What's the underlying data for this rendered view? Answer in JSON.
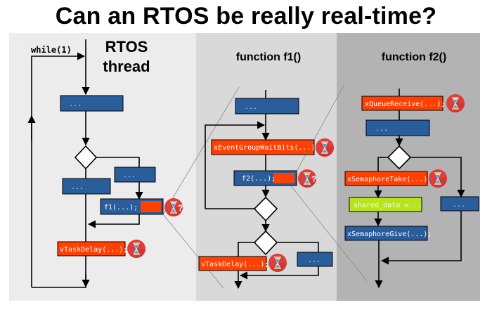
{
  "title": "Can an RTOS be really real-time?",
  "colors": {
    "panel_thread": "#ececec",
    "panel_f1": "#d9d9d9",
    "panel_f2": "#b3b3b3",
    "block_blue": "#2a5d9b",
    "block_orange": "#ff4000",
    "block_green": "#b5e61d",
    "badge_red": "#e03c3c"
  },
  "panels": {
    "thread": {
      "heading_line1": "RTOS",
      "heading_line2": "thread",
      "loop_label": "while(1)",
      "block_top": "...",
      "block_left": "...",
      "block_right": "...",
      "call_f1": "f1(...);",
      "task_delay": "vTaskDelay(...);"
    },
    "f1": {
      "heading": "function f1()",
      "block_top": "...",
      "event_wait": "xEventGroupWaitBits(...);",
      "call_f2": "f2(...);",
      "task_delay": "vTaskDelay(...);",
      "block_right": "..."
    },
    "f2": {
      "heading": "function f2()",
      "queue_receive": "xQueueReceive(...);",
      "block_top": "...",
      "sem_take": "xSemaphoreTake(...);",
      "shared_data": "shared_data =...",
      "sem_give": "xSemaphoreGive(...);",
      "block_right": "..."
    }
  },
  "badges": {
    "blocking": "hourglass",
    "maybe_blocking": "hourglass-question",
    "question_mark": "?"
  }
}
